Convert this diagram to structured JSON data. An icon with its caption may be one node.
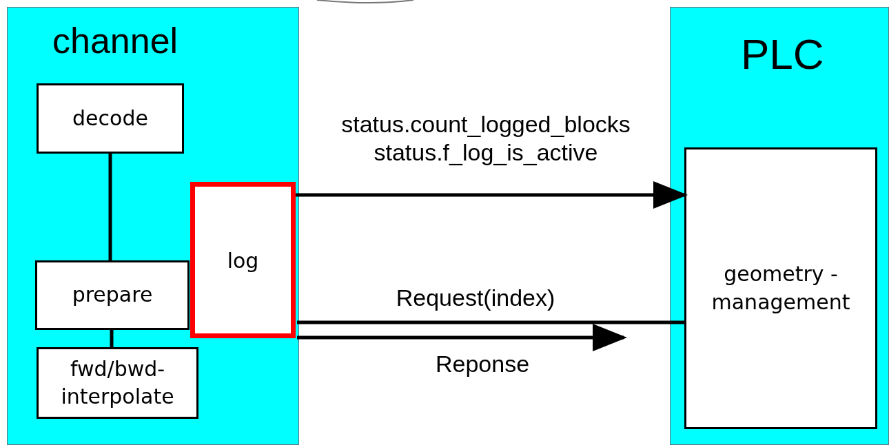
{
  "diagram": {
    "nodes": [
      {
        "text": [
          "channel"
        ]
      },
      {
        "text": [
          "decode"
        ],
        "in": 0
      },
      {
        "text": [
          "log"
        ],
        "in": 0
      },
      {
        "text": [
          "prepare"
        ],
        "in": 0
      },
      {
        "text": [
          "fwd/bwd-interpolate"
        ],
        "in": 0
      },
      {
        "text": [
          "PLC"
        ]
      },
      {
        "text": [
          "geometry - management"
        ],
        "in": 5
      }
    ],
    "edges": [
      {
        "from": 1,
        "to": 3,
        "arrow": "none"
      },
      {
        "from": 3,
        "to": 4,
        "arrow": "none"
      },
      {
        "from": 2,
        "to": 6,
        "arrow": "to",
        "label": "status.count_logged_blocks status.f_log_is_active"
      },
      {
        "from": 6,
        "to": 2,
        "arrow": "none",
        "label": "Request(index)"
      },
      {
        "from": 2,
        "to": null,
        "arrow": "to",
        "label": "Reponse"
      }
    ]
  }
}
